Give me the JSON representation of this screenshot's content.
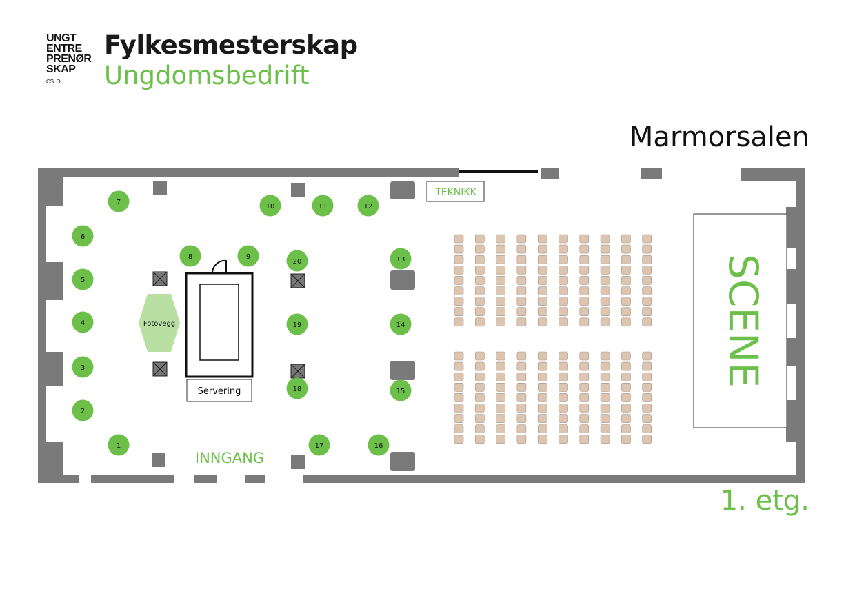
{
  "header": {
    "logo_lines": [
      "UNGT",
      "ENTRE",
      "PRENØR",
      "SKAP"
    ],
    "logo_city": "OSLO",
    "title": "Fylkesmesterskap",
    "subtitle": "Ungdomsbedrift"
  },
  "room_name": "Marmorsalen",
  "floor_label": "1. etg.",
  "labels": {
    "teknikk": "TEKNIKK",
    "scene": "SCENE",
    "inngang": "INNGANG",
    "servering": "Servering",
    "fotovegg": "Fotovegg"
  },
  "stands": [
    "1",
    "2",
    "3",
    "4",
    "5",
    "6",
    "7",
    "8",
    "9",
    "10",
    "11",
    "12",
    "13",
    "14",
    "15",
    "16",
    "17",
    "18",
    "19",
    "20"
  ],
  "colors": {
    "green": "#6cc04a",
    "light_green": "#b9e0a2",
    "wall": "#7a7a7a",
    "chair": "#dcc6b2"
  }
}
